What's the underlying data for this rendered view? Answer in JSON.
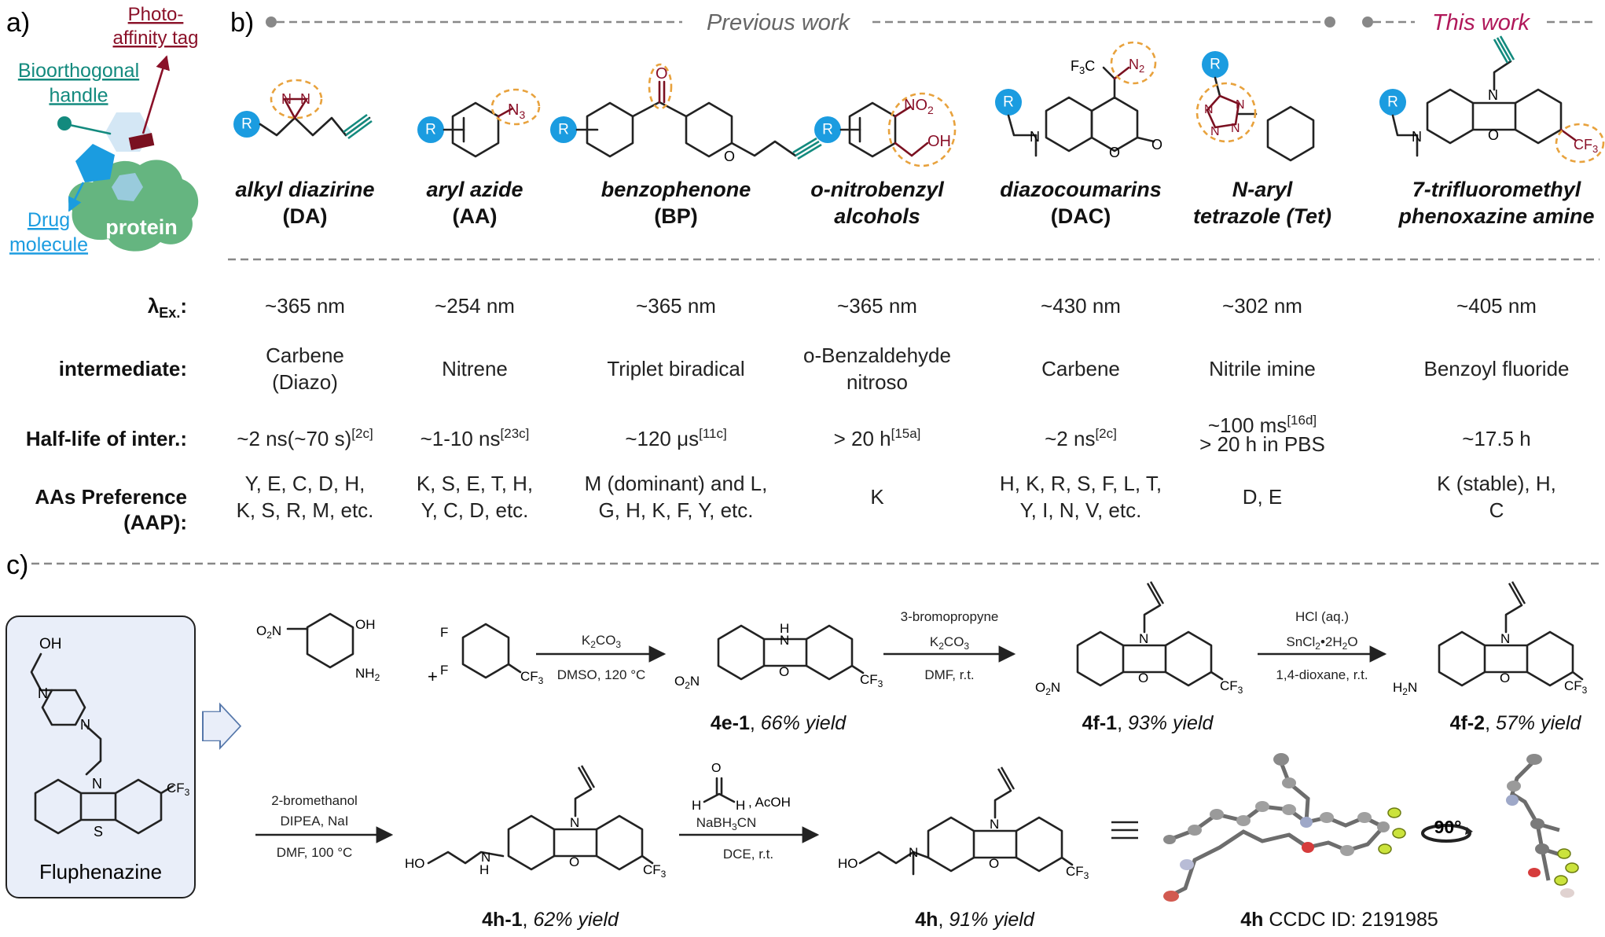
{
  "panel_a": {
    "label": "a)",
    "photo_tag": "Photo-\naffinity tag",
    "bioorthogonal": "Bioorthogonal\nhandle",
    "drug": "Drug\nmolecule",
    "protein": "protein"
  },
  "panel_b": {
    "label": "b)",
    "previous_work": "Previous work",
    "this_work": "This work",
    "probes": [
      {
        "name": "alkyl diazirine",
        "abbr": "(DA)",
        "group": "N=N"
      },
      {
        "name": "aryl azide",
        "abbr": "(AA)",
        "group": "N3"
      },
      {
        "name": "benzophenone",
        "abbr": "(BP)",
        "group": "O"
      },
      {
        "name": "o-nitrobenzyl\nalcohols",
        "abbr": "",
        "group": "NO2 / OH"
      },
      {
        "name": "diazocoumarins",
        "abbr": "(DAC)",
        "group": "F3C N2"
      },
      {
        "name": "N-aryl\ntetrazole (Tet)",
        "abbr": "",
        "group": "N N N N"
      },
      {
        "name": "7-trifluoromethyl\nphenoxazine amine",
        "abbr": "",
        "group": "CF3"
      }
    ],
    "rows": {
      "lambda": {
        "header": "λEx.:",
        "values": [
          "~365 nm",
          "~254 nm",
          "~365 nm",
          "~365 nm",
          "~430 nm",
          "~302 nm",
          "~405 nm"
        ]
      },
      "intermediate": {
        "header": "intermediate:",
        "values": [
          "Carbene\n(Diazo)",
          "Nitrene",
          "Triplet biradical",
          "o-Benzaldehyde\nnitroso",
          "Carbene",
          "Nitrile imine",
          "Benzoyl fluoride"
        ]
      },
      "halflife": {
        "header": "Half-life of inter.:",
        "values": [
          "~2 ns(~70 s)[2c]",
          "~1-10 ns[23c]",
          "~120 μs[11c]",
          "> 20 h[15a]",
          "~2 ns[2c]",
          "~100 ms[16d]\n> 20 h in PBS",
          "~17.5 h"
        ]
      },
      "aap": {
        "header": "AAs Preference\n(AAP):",
        "values": [
          "Y, E, C, D, H,\nK, S, R, M, etc.",
          "K, S, E, T, H,\nY, C, D, etc.",
          "M (dominant) and L,\nG, H, K, F, Y, etc.",
          "K",
          "H, K, R, S, F, L, T,\nY, I, N, V, etc.",
          "D, E",
          "K (stable), H,\nC"
        ]
      }
    }
  },
  "panel_c": {
    "label": "c)",
    "fluphenazine": "Fluphenazine",
    "steps": [
      {
        "conditions": [
          "K2CO3",
          "DMSO, 120 °C"
        ],
        "product": "4e-1",
        "yield": "66% yield"
      },
      {
        "conditions": [
          "3-bromopropyne",
          "K2CO3",
          "DMF, r.t."
        ],
        "product": "4f-1",
        "yield": "93% yield"
      },
      {
        "conditions": [
          "HCl (aq.)",
          "SnCl2•2H2O",
          "1,4-dioxane, r.t."
        ],
        "product": "4f-2",
        "yield": "57% yield"
      },
      {
        "conditions": [
          "2-bromethanol",
          "DIPEA, NaI",
          "DMF, 100 °C"
        ],
        "product": "4h-1",
        "yield": "62% yield"
      },
      {
        "conditions": [
          "H",
          "H",
          ", AcOH",
          "NaBH3CN",
          "DCE, r.t."
        ],
        "product": "4h",
        "yield": "91% yield"
      }
    ],
    "crystal": {
      "product": "4h",
      "text": "CCDC ID: 2191985",
      "rotation": "90°"
    }
  },
  "colors": {
    "blue": "#1b9ce0",
    "dark_red": "#8a1028",
    "teal": "#138a7e",
    "orange": "#e8a23d",
    "pink": "#b0185a",
    "panel_bg": "#e9eef9"
  }
}
